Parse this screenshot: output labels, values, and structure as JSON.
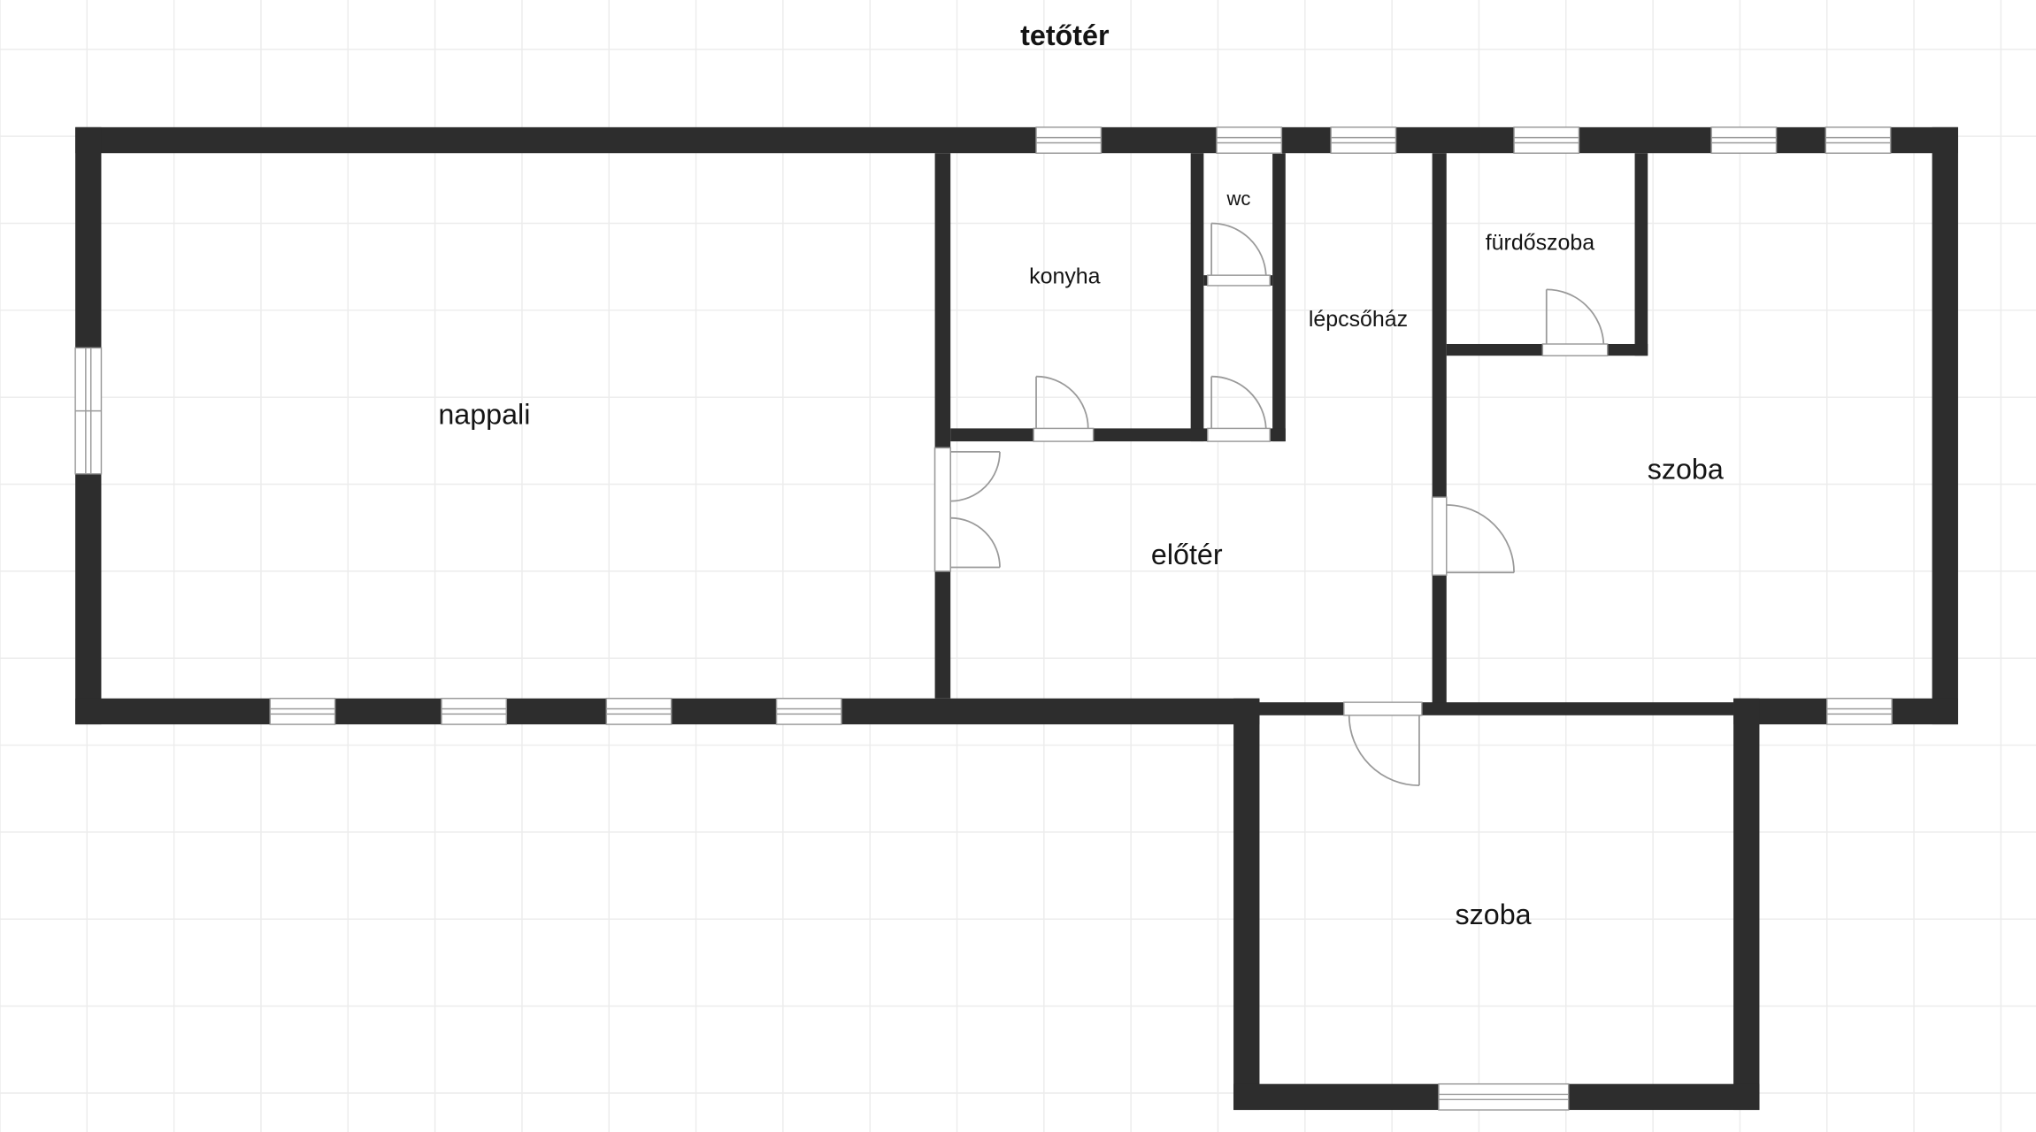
{
  "title": "tetőtér",
  "rooms": {
    "nappali": "nappali",
    "konyha": "konyha",
    "wc": "wc",
    "lepcsohaz": "lépcsőház",
    "furdoszoba": "fürdőszoba",
    "szoba_right": "szoba",
    "eloter": "előtér",
    "szoba_bottom": "szoba"
  },
  "colors": {
    "wall": "#2d2d2d",
    "grid": "#ececec",
    "background": "#ffffff",
    "window": "#9a9a9a",
    "door": "#9a9a9a",
    "text": "#141414"
  }
}
